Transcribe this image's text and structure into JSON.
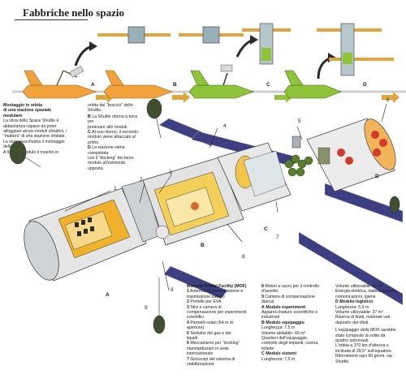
{
  "title": "Fabbriche nello spazio",
  "sequence": {
    "step_labels": [
      "A",
      "B",
      "C",
      "D"
    ],
    "colors": {
      "orange": "#f2a23a",
      "green": "#8fc43a",
      "arrow": "#2a2a2a",
      "bar": "#e2a43c"
    }
  },
  "caption_left": {
    "heading": [
      "Montaggio in orbita",
      "di una stazione spaziale",
      "modulare"
    ],
    "lines": [
      "La stiva dello Space Shuttle è",
      "abbastanza capace da poter",
      "alloggiare alcuni moduli cilindrici, i",
      "\"mattoni\" di una stazione orbitale.",
      "La sequenza illustra il montaggio",
      "della MOF."
    ],
    "item_a": "A  Il primo modulo è inserito in"
  },
  "caption_right": {
    "lines": [
      "orbita dal \"braccio\" dello",
      "Shuttle."
    ],
    "items": [
      {
        "key": "B",
        "text": [
          "La Shuttle ritorna a terra per",
          "prelevare altri moduli."
        ]
      },
      {
        "key": "C",
        "text": [
          "Al suo ritorno, il secondo",
          "modulo viene attaccato al",
          "primo."
        ]
      },
      {
        "key": "D",
        "text": [
          "La stazione viene completata",
          "con il \"docking\" del terzo",
          "modulo all'estremità opposta."
        ]
      }
    ]
  },
  "diagram_labels": {
    "callouts": [
      "1",
      "2",
      "3",
      "4",
      "5",
      "6",
      "7",
      "8",
      "9"
    ],
    "modules": [
      "A",
      "B",
      "C",
      "D"
    ]
  },
  "legend": {
    "col1_title": [
      "Manned Orbital Facility (MOF)"
    ],
    "col1": [
      {
        "n": "1",
        "text": [
          "Antenna di comunicazione e",
          "trasmissione dati (4)"
        ]
      },
      {
        "n": "2",
        "text": [
          "Portello per EVA"
        ]
      },
      {
        "n": "3",
        "text": [
          "Stivi e camera di",
          "compensazione per esperimenti",
          "scientifici"
        ]
      },
      {
        "n": "4",
        "text": [
          "Pannelli solari (64 m di",
          "apertura)"
        ]
      },
      {
        "n": "5",
        "text": [
          "Serbatoi dei gas e dei",
          "liquidi"
        ]
      },
      {
        "n": "6",
        "text": [
          "Meccanismo per \"docking\"",
          "standardizzato in sede",
          "internazionale"
        ]
      },
      {
        "n": "7",
        "text": [
          "Giroscopi del sistema di",
          "stabilizzazione"
        ]
      }
    ],
    "col2": [
      {
        "n": "8",
        "text": [
          "Motori a razzo per il controllo",
          "d'assetto"
        ]
      },
      {
        "n": "9",
        "text": [
          "Camera di compensazione",
          "(tipica)"
        ]
      },
      {
        "n": "A",
        "text": [
          "Modulo esperimenti",
          "Apparecchiature scientifiche e",
          "industriali"
        ]
      },
      {
        "n": "B",
        "text": [
          "Modulo equipaggio",
          "Lunghezza: 7,5 m",
          "Volume abitabile: 66 m³",
          "Quartieri dell'equipaggio,",
          "controllo degli impianti, cucina,",
          "toilette"
        ]
      },
      {
        "n": "C",
        "text": [
          "Modulo sistemi",
          "Lunghezza: 7,5 m"
        ]
      }
    ],
    "col3_a": [
      "Volume utilizzabile: 37 m³",
      "Energia elettrica, stabilizzazione,",
      "comunicazioni, igiene"
    ],
    "col3_d": [
      {
        "n": "D",
        "text": [
          "Modulo logistico",
          "Lunghezza: 5,9 m",
          "Volume utilizzabile: 37 m³",
          "Riserva di fluidi, materiali vari,",
          "deposito dei rifiuti"
        ]
      }
    ],
    "col3_b": [
      "L'equipaggio della MOF sarebbe",
      "stato composto di solito da",
      "quattro astronauti.",
      "L'orbita a 370 km d'altezza e",
      "inclinata di 28,5° sull'equatore.",
      "Rifornimenti ogni 90 giorni, via",
      "Shuttle."
    ]
  }
}
